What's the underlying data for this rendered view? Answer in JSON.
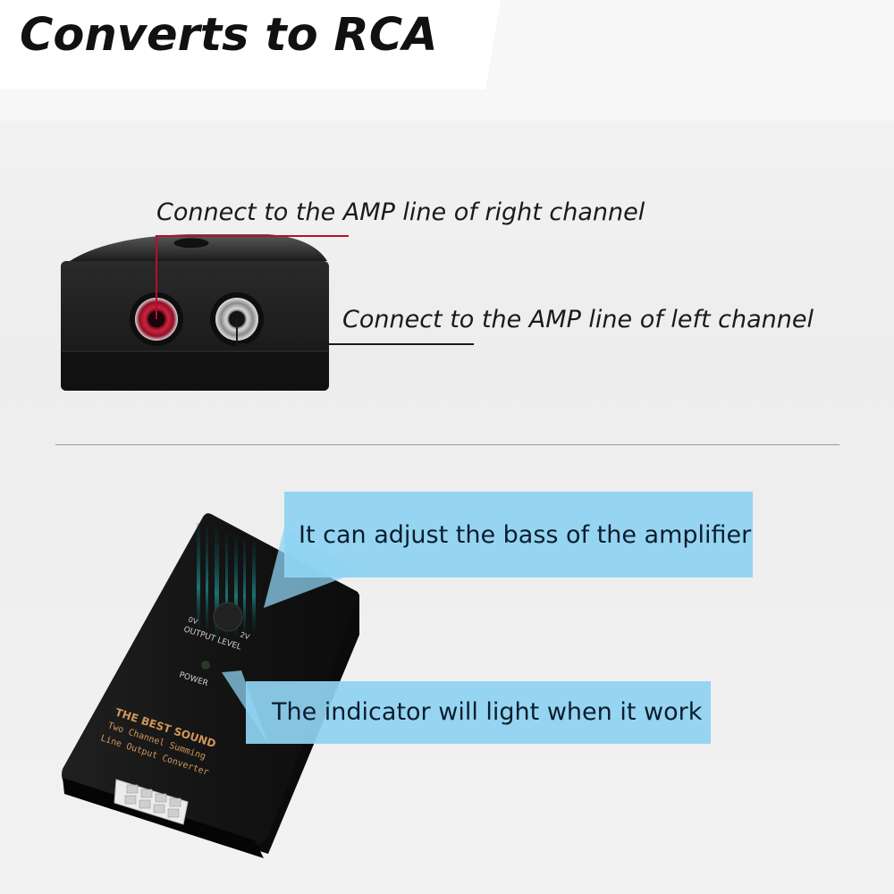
{
  "title": "Converts to RCA",
  "top_section": {
    "right_channel_label": "Connect to the AMP line of right channel",
    "left_channel_label": "Connect to the AMP line of left channel"
  },
  "bottom_section": {
    "bass_banner": "It can adjust the bass of the amplifier",
    "indicator_banner": "The indicator will light when it work"
  },
  "device_markings": {
    "brand": "THE BEST SOUND",
    "line1": "Two Channel Summing",
    "line2": "Line Output Converter",
    "output_level": "OUTPUT LEVEL",
    "min_level": "0V",
    "max_level": "2V",
    "power": "POWER"
  },
  "colors": {
    "right_channel_line": "#b3112e",
    "banner": "#8fd3f2",
    "device_body": "#1b1b1b"
  }
}
